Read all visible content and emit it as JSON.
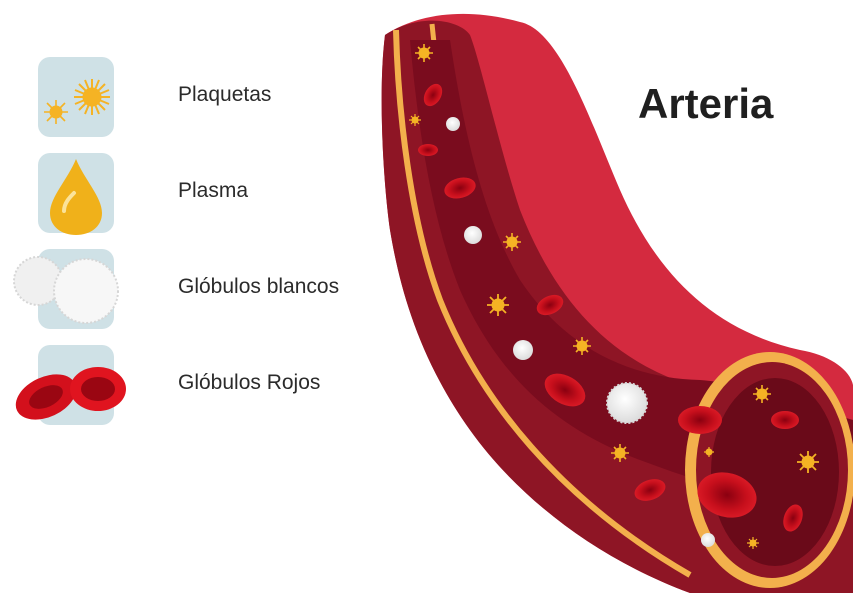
{
  "title": "Arteria",
  "legend": [
    {
      "key": "platelets",
      "label": "Plaquetas",
      "icon": "platelet-icon"
    },
    {
      "key": "plasma",
      "label": "Plasma",
      "icon": "plasma-drop-icon"
    },
    {
      "key": "white",
      "label": "Glóbulos blancos",
      "icon": "white-blood-cell-icon"
    },
    {
      "key": "red",
      "label": "Glóbulos Rojos",
      "icon": "red-blood-cell-icon"
    }
  ],
  "colors": {
    "tile": "#cfe1e6",
    "artery_outer": "#d42a3f",
    "artery_dark": "#8e1525",
    "artery_lumen": "#7a0c1e",
    "artery_stripe": "#f3b04c",
    "platelet": "#f5b324",
    "plasma": "#f0b11a",
    "white_cell": "#f2f2f2",
    "red_cell": "#d3101c"
  }
}
